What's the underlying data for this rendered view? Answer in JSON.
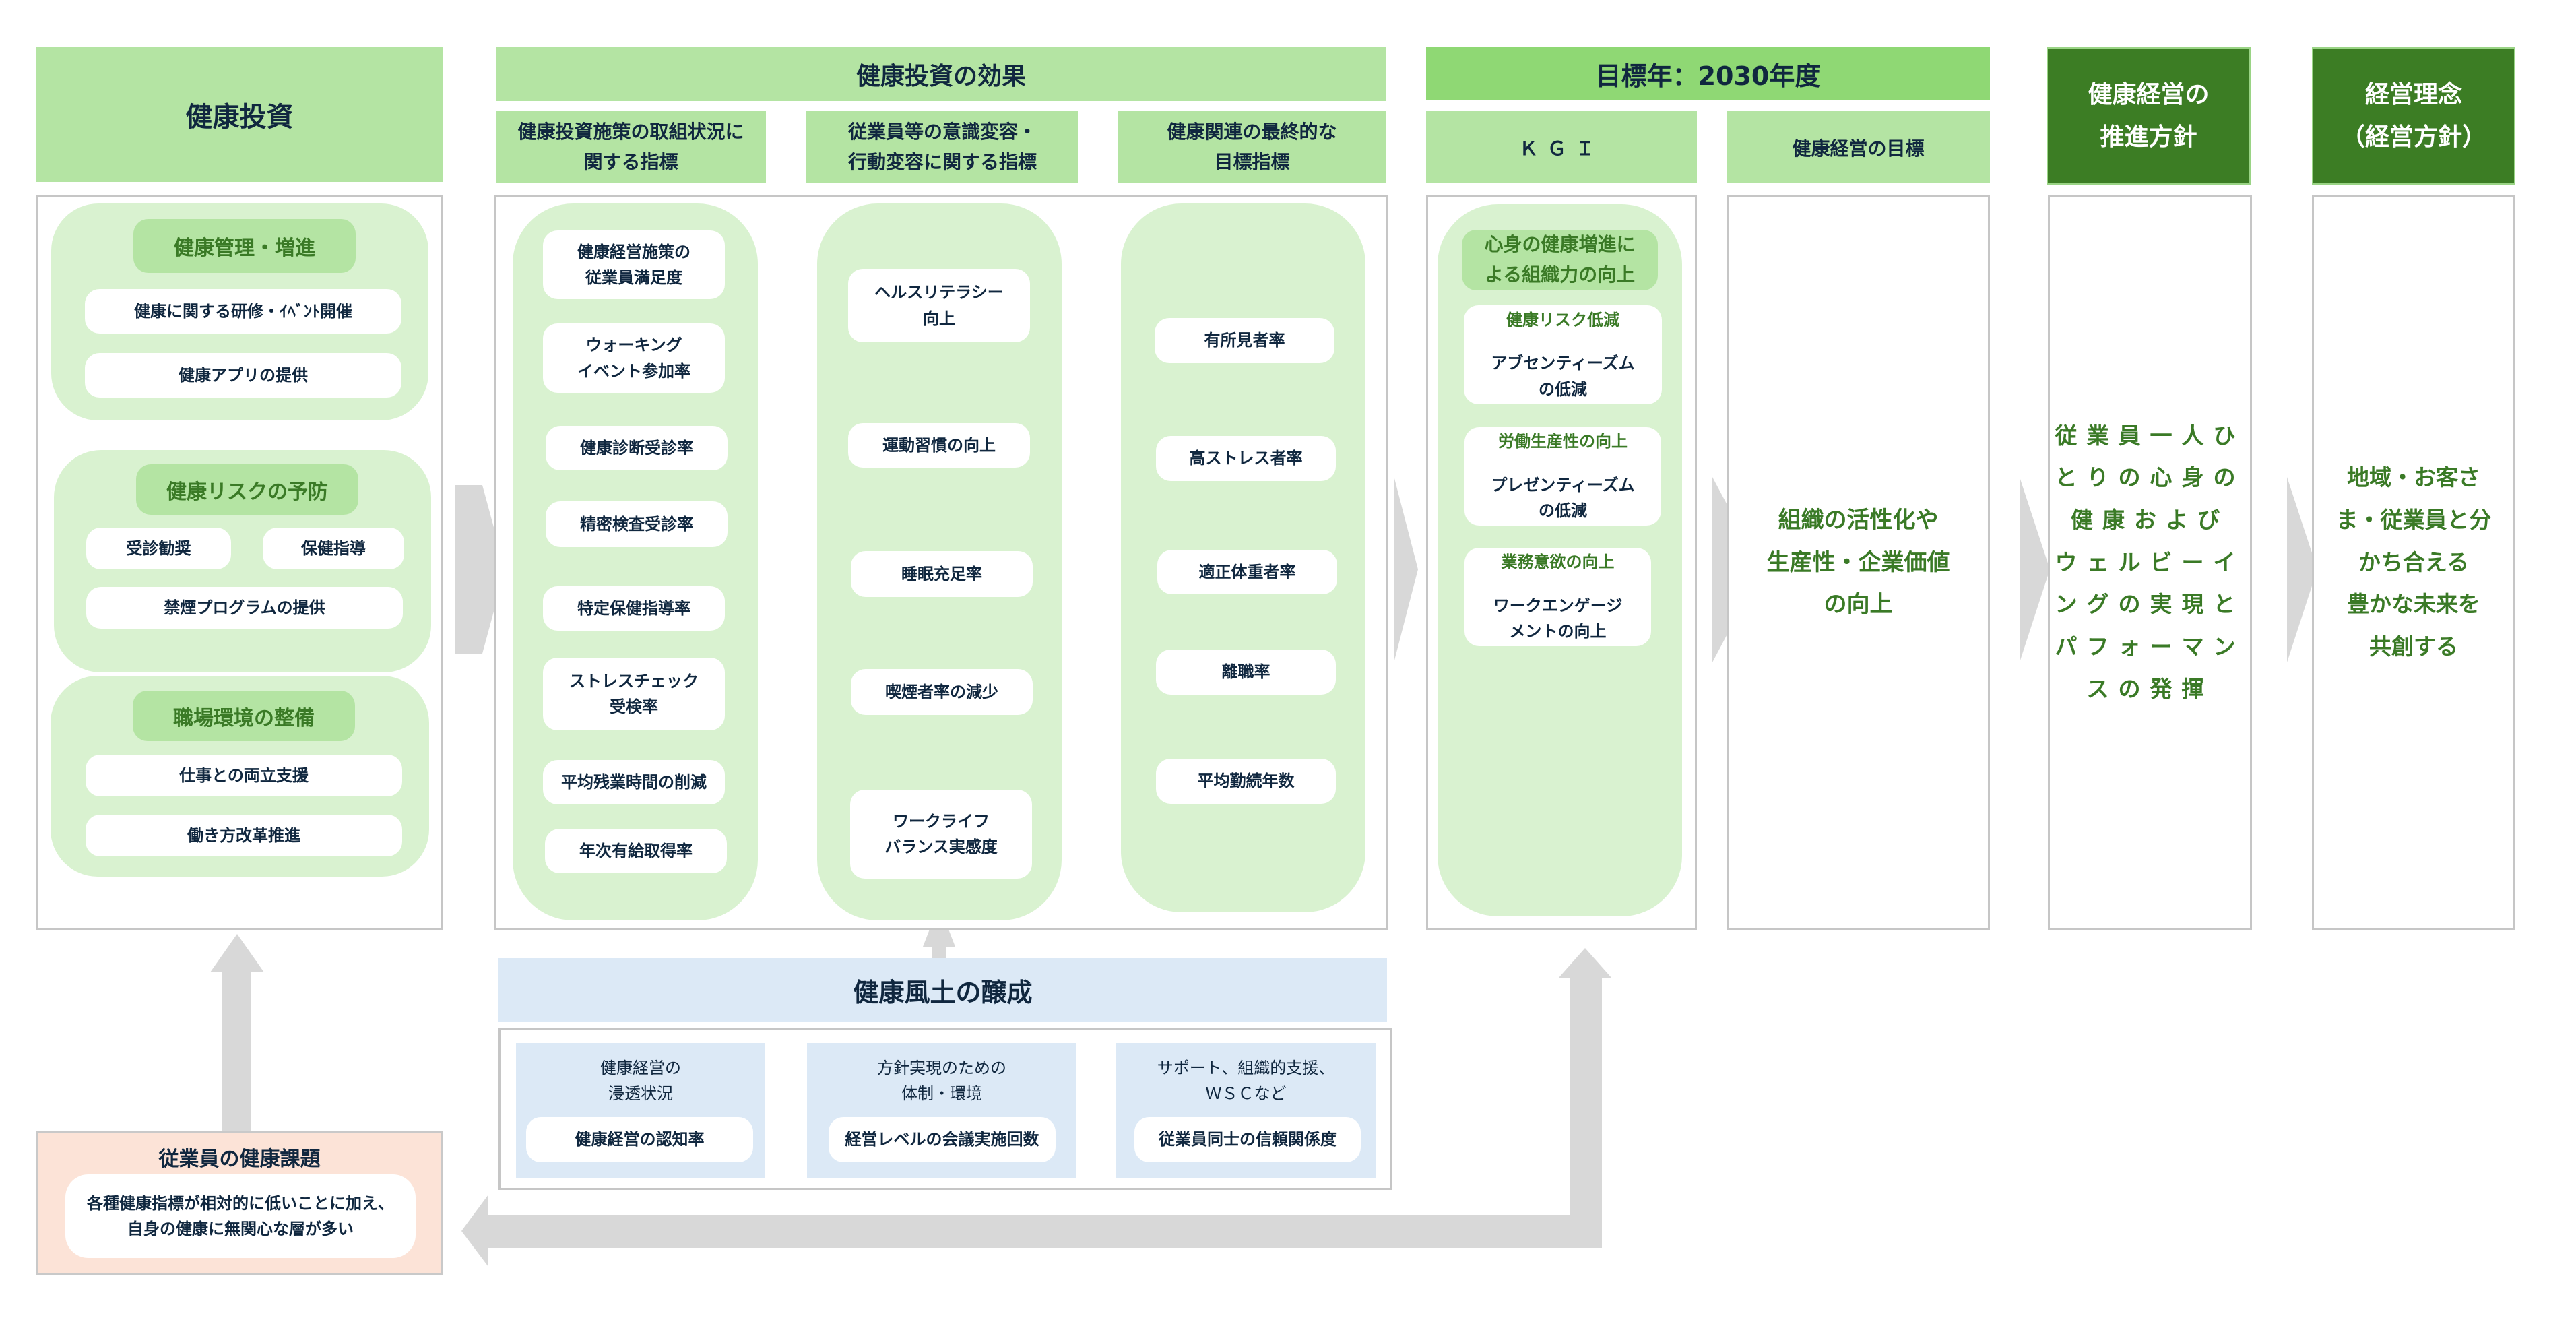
{
  "investment": {
    "header": "健康投資",
    "groups": [
      {
        "title": "健康管理・増進",
        "items": [
          "健康に関する研修・ｲﾍﾞﾝﾄ開催",
          "健康アプリの提供"
        ]
      },
      {
        "title": "健康リスクの予防",
        "items": [
          "受診勧奨",
          "保健指導",
          "禁煙プログラムの提供"
        ]
      },
      {
        "title": "職場環境の整備",
        "items": [
          "仕事との両立支援",
          "働き方改革推進"
        ]
      }
    ]
  },
  "effects": {
    "header": "健康投資の効果",
    "columns": [
      {
        "header": "健康投資施策の取組状況に\n関する指標",
        "items": [
          "健康経営施策の\n従業員満足度",
          "ウォーキング\nイベント参加率",
          "健康診断受診率",
          "精密検査受診率",
          "特定保健指導率",
          "ストレスチェック\n受検率",
          "平均残業時間の削減",
          "年次有給取得率"
        ]
      },
      {
        "header": "従業員等の意識変容・\n行動変容に関する指標",
        "items": [
          "ヘルスリテラシー\n向上",
          "運動習慣の向上",
          "睡眠充足率",
          "喫煙者率の減少",
          "ワークライフ\nバランス実感度"
        ]
      },
      {
        "header": "健康関連の最終的な\n目標指標",
        "items": [
          "有所見者率",
          "高ストレス者率",
          "適正体重者率",
          "離職率",
          "平均勤続年数"
        ]
      }
    ]
  },
  "target": {
    "header": "目標年：2030年度",
    "kgi": {
      "header": "ＫＧＩ",
      "title": "心身の健康増進に\nよる組織力の向上",
      "items": [
        {
          "label": "健康リスク低減",
          "text": "アブセンティーズム\nの低減"
        },
        {
          "label": "労働生産性の向上",
          "text": "プレゼンティーズム\nの低減"
        },
        {
          "label": "業務意欲の向上",
          "text": "ワークエンゲージ\nメントの向上"
        }
      ]
    },
    "goal": {
      "header": "健康経営の目標",
      "text": "組織の活性化や\n生産性・企業価値\nの向上"
    }
  },
  "policy": {
    "header": "健康経営の\n推進方針",
    "text": "従業員一人ひ\nとりの心身の\n健康および\nウェルビーイ\nングの実現と\nパフォーマン\nスの発揮"
  },
  "philosophy": {
    "header": "経営理念\n（経営方針）",
    "text": "地域・お客さ\nま・従業員と分\nかち合える\n豊かな未来を\n共創する"
  },
  "culture": {
    "header": "健康風土の醸成",
    "columns": [
      {
        "title": "健康経営の\n浸透状況",
        "item": "健康経営の認知率"
      },
      {
        "title": "方針実現のための\n体制・環境",
        "item": "経営レベルの会議実施回数"
      },
      {
        "title": "サポート、組織的支援、\nＷＳＣなど",
        "item": "従業員同士の信頼関係度"
      }
    ]
  },
  "issue": {
    "header": "従業員の健康課題",
    "text": "各種健康指標が相対的に低いことに加え、\n自身の健康に無関心な層が多い"
  },
  "colors": {
    "header_green": "#b4e4a3",
    "target_green": "#8fd874",
    "dark_green": "#3c7d24",
    "panel_green": "#d9f2d0",
    "text_green": "#3a7a26",
    "culture_blue": "#dce9f6",
    "issue_peach": "#fce3d7",
    "arrow_gray": "#d8d8d8"
  }
}
